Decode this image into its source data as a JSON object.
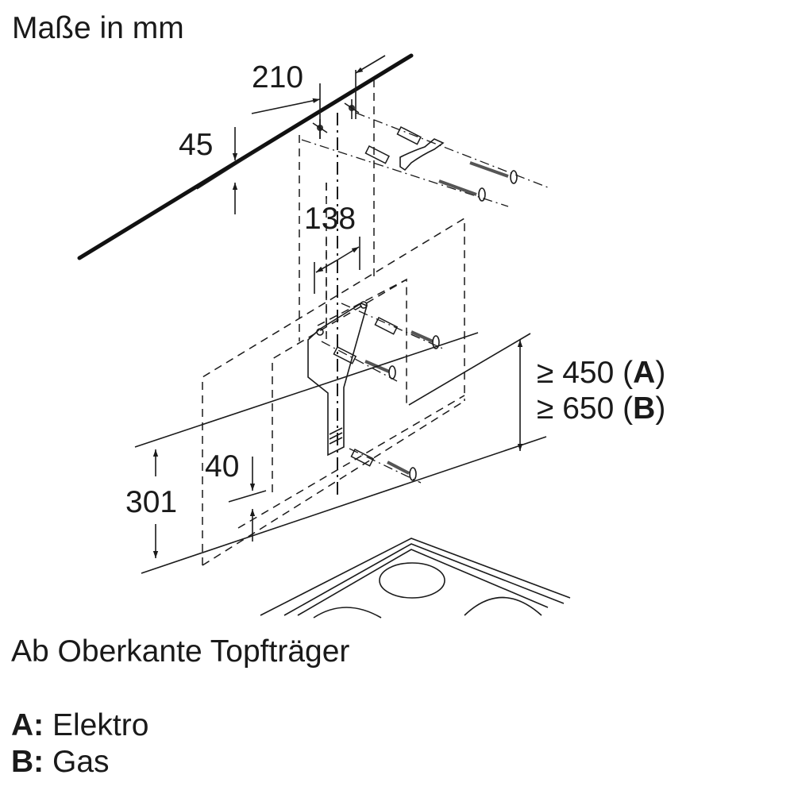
{
  "title": "Maße in mm",
  "dimensions": {
    "d210": "210",
    "d45": "45",
    "d138": "138",
    "d40": "40",
    "d301": "301",
    "min_a_prefix": "≥ 450 (",
    "min_a_letter": "A",
    "min_b_prefix": "≥ 650 (",
    "min_b_letter": "B",
    "close_paren": ")"
  },
  "note": "Ab Oberkante Topfträger",
  "legend": [
    {
      "key": "A:",
      "label": "Elektro"
    },
    {
      "key": "B:",
      "label": "Gas"
    }
  ]
}
